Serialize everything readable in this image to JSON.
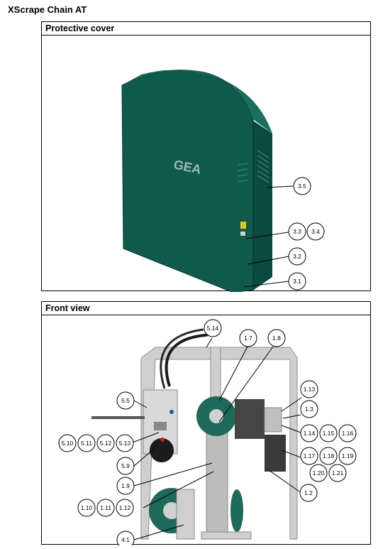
{
  "document": {
    "title": "XScrape Chain AT"
  },
  "panels": {
    "protective_cover": {
      "heading": "Protective cover",
      "logo_text": "GEA",
      "callouts": [
        "3.5",
        "3.3",
        "3.4",
        "3.2",
        "3.1"
      ]
    },
    "front_view": {
      "heading": "Front view",
      "callouts": [
        "5.14",
        "1.7",
        "1.8",
        "1.13",
        "5.5",
        "1.3",
        "1.14",
        "1.15",
        "1.16",
        "5.10",
        "5.11",
        "5.12",
        "5.13",
        "1.17",
        "1.18",
        "1.19",
        "5.9",
        "1.20",
        "1.21",
        "1.9",
        "1.2",
        "1.10",
        "1.11",
        "1.12",
        "4.1"
      ]
    }
  },
  "colors": {
    "cover_green": "#0f5a4c",
    "frame_grey": "#c9c9c9",
    "wheel_green": "#1d6a5a",
    "motor_dark": "#3a3a3a"
  }
}
